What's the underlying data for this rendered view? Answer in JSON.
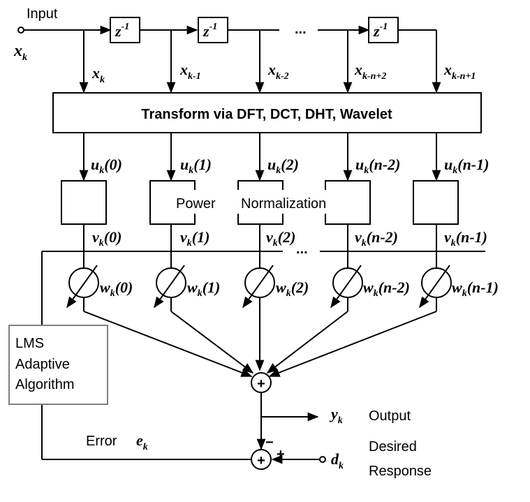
{
  "input": {
    "label": "Input",
    "symbol": "x",
    "sub": "k"
  },
  "delays": [
    {
      "main": "z",
      "sup": "-1"
    },
    {
      "main": "z",
      "sup": "-1"
    },
    {
      "main": "z",
      "sup": "-1"
    }
  ],
  "ellipsis_top": "...",
  "ellipsis_mid": "...",
  "taps": [
    {
      "sym": "x",
      "sub": "k"
    },
    {
      "sym": "x",
      "sub": "k-1"
    },
    {
      "sym": "x",
      "sub": "k-2"
    },
    {
      "sym": "x",
      "sub": "k-n+2"
    },
    {
      "sym": "x",
      "sub": "k-n+1"
    }
  ],
  "transform_label": "Transform via DFT, DCT, DHT, Wavelet",
  "u_labels": [
    {
      "sym": "u",
      "sub": "k",
      "arg": "(0)"
    },
    {
      "sym": "u",
      "sub": "k",
      "arg": "(1)"
    },
    {
      "sym": "u",
      "sub": "k",
      "arg": "(2)"
    },
    {
      "sym": "u",
      "sub": "k",
      "arg": "(n-2)"
    },
    {
      "sym": "u",
      "sub": "k",
      "arg": "(n-1)"
    }
  ],
  "power_label": "Power",
  "normalization_label": "Normalization",
  "v_labels": [
    {
      "sym": "v",
      "sub": "k",
      "arg": "(0)"
    },
    {
      "sym": "v",
      "sub": "k",
      "arg": "(1)"
    },
    {
      "sym": "v",
      "sub": "k",
      "arg": "(2)"
    },
    {
      "sym": "v",
      "sub": "k",
      "arg": "(n-2)"
    },
    {
      "sym": "v",
      "sub": "k",
      "arg": "(n-1)"
    }
  ],
  "w_labels": [
    {
      "sym": "w",
      "sub": "k",
      "arg": "(0)"
    },
    {
      "sym": "w",
      "sub": "k",
      "arg": "(1)"
    },
    {
      "sym": "w",
      "sub": "k",
      "arg": "(2)"
    },
    {
      "sym": "w",
      "sub": "k",
      "arg": "(n-2)"
    },
    {
      "sym": "w",
      "sub": "k",
      "arg": "(n-1)"
    }
  ],
  "lms_lines": [
    "LMS",
    "Adaptive",
    "Algorithm"
  ],
  "sum_symbol": "+",
  "output": {
    "sym": "y",
    "sub": "k",
    "label": "Output"
  },
  "error": {
    "label": "Error",
    "sym": "e",
    "sub": "k"
  },
  "desired": {
    "sym": "d",
    "sub": "k",
    "line1": "Desired",
    "line2": "Response"
  },
  "minus_sign": "−",
  "plus_sign": "+"
}
